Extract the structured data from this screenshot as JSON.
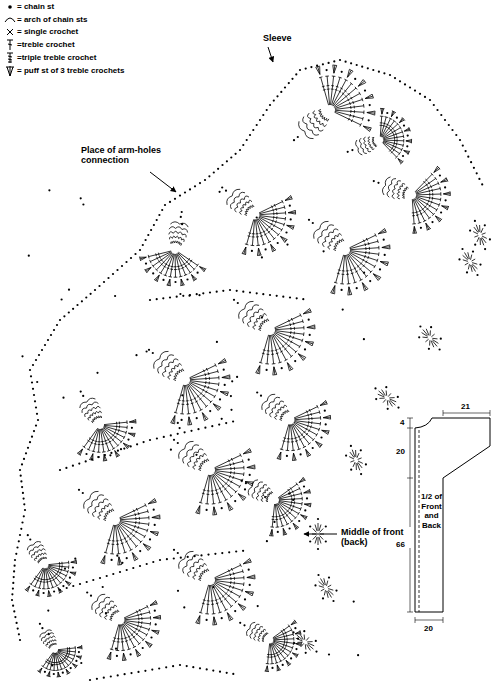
{
  "diagram": {
    "nodes": [
      {
        "text": [
          "1/2 of Front and Back"
        ]
      }
    ],
    "labels": [
      "Sleeve",
      "Place of arm-holes connection",
      "Middle of front (back)",
      "21",
      "4",
      "20",
      "66",
      "20"
    ],
    "legend": [
      {
        "text": "= chain st"
      },
      {
        "text": "= arch of chain sts"
      },
      {
        "text": "= single crochet"
      },
      {
        "text": "=treble crochet"
      },
      {
        "text": "=triple treble crochet"
      },
      {
        "text": "= puff st of 3 treble crochets"
      }
    ]
  }
}
